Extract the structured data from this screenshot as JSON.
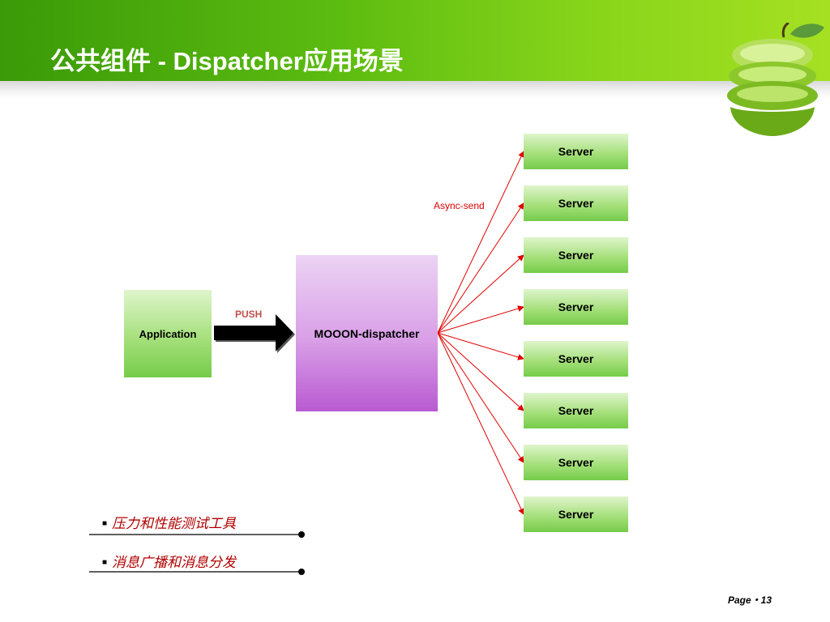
{
  "slide": {
    "title": "公共组件 - Dispatcher应用场景",
    "page_label": "Page・13"
  },
  "diagram": {
    "application_label": "Application",
    "push_label": "PUSH",
    "dispatcher_label": "MOOON-dispatcher",
    "async_label": "Async-send",
    "servers": [
      "Server",
      "Server",
      "Server",
      "Server",
      "Server",
      "Server",
      "Server",
      "Server"
    ]
  },
  "bullets": [
    "压力和性能测试工具",
    "消息广播和消息分发"
  ],
  "colors": {
    "header_green": "#5cbb10",
    "server_green": "#a6e07c",
    "dispatcher_purple": "#d89ee6",
    "arrow_red": "#e00000",
    "push_red": "#c0504d",
    "bullet_red": "#b00000"
  },
  "icons": {
    "decoration": "green-apple-icon",
    "push_arrow": "right-arrow-icon"
  }
}
